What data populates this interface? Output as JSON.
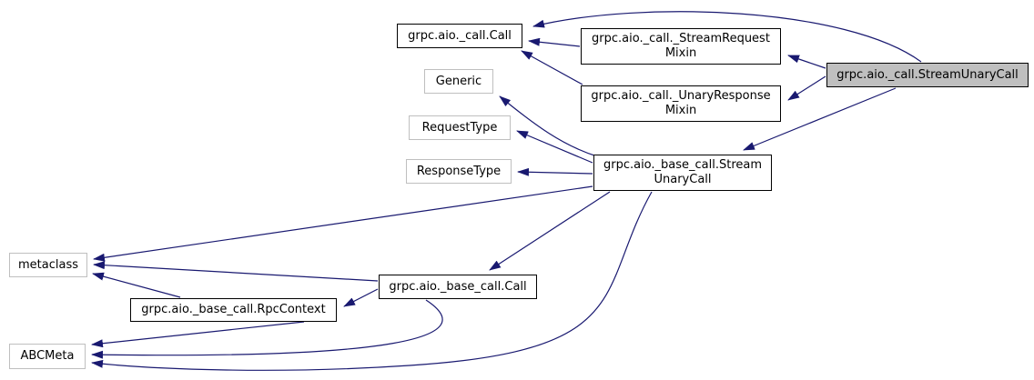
{
  "diagram": {
    "type": "class-inheritance-graph",
    "colors": {
      "edge": "#191970",
      "node_border": "#000000",
      "external_node_border": "#bfbfbf",
      "selected_node_fill": "#bfbfbf",
      "background": "#ffffff"
    },
    "nodes": {
      "call_call": {
        "label": "grpc.aio._call.Call"
      },
      "stream_request_mixin": {
        "label": "grpc.aio._call._StreamRequest",
        "label2": "Mixin"
      },
      "current": {
        "label": "grpc.aio._call.StreamUnaryCall",
        "selected": true
      },
      "generic": {
        "label": "Generic"
      },
      "unary_response_mixin": {
        "label": "grpc.aio._call._UnaryResponse",
        "label2": "Mixin"
      },
      "request_type": {
        "label": "RequestType"
      },
      "response_type": {
        "label": "ResponseType"
      },
      "base_stream_unary_call": {
        "label": "grpc.aio._base_call.Stream",
        "label2": "UnaryCall"
      },
      "metaclass": {
        "label": "metaclass"
      },
      "base_call": {
        "label": "grpc.aio._base_call.Call"
      },
      "rpc_context": {
        "label": "grpc.aio._base_call.RpcContext"
      },
      "abcmeta": {
        "label": "ABCMeta"
      }
    },
    "edges": [
      {
        "from": "current",
        "to": "call_call"
      },
      {
        "from": "current",
        "to": "stream_request_mixin"
      },
      {
        "from": "current",
        "to": "unary_response_mixin"
      },
      {
        "from": "current",
        "to": "base_stream_unary_call"
      },
      {
        "from": "stream_request_mixin",
        "to": "call_call"
      },
      {
        "from": "unary_response_mixin",
        "to": "call_call"
      },
      {
        "from": "base_stream_unary_call",
        "to": "generic"
      },
      {
        "from": "base_stream_unary_call",
        "to": "request_type"
      },
      {
        "from": "base_stream_unary_call",
        "to": "response_type"
      },
      {
        "from": "base_stream_unary_call",
        "to": "base_call"
      },
      {
        "from": "base_stream_unary_call",
        "to": "metaclass"
      },
      {
        "from": "base_stream_unary_call",
        "to": "abcmeta"
      },
      {
        "from": "base_call",
        "to": "rpc_context"
      },
      {
        "from": "base_call",
        "to": "metaclass"
      },
      {
        "from": "base_call",
        "to": "abcmeta"
      },
      {
        "from": "rpc_context",
        "to": "metaclass"
      },
      {
        "from": "rpc_context",
        "to": "abcmeta"
      }
    ]
  }
}
